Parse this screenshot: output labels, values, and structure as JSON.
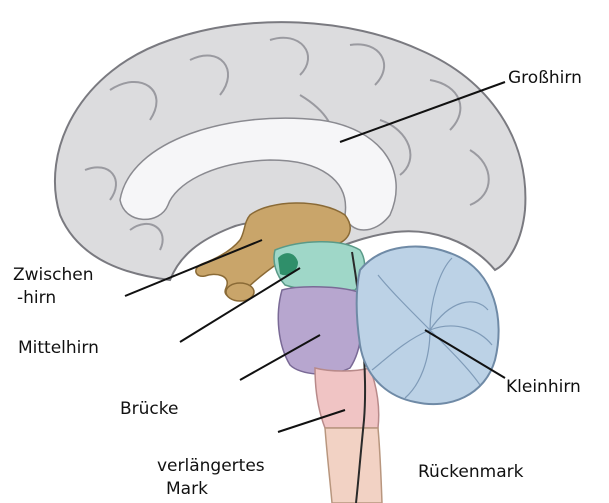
{
  "labels": {
    "grosshirn": "Großhirn",
    "zwischenhirn_1": "Zwischen",
    "zwischenhirn_2": "-hirn",
    "mittelhirn": "Mittelhirn",
    "bruecke": "Brücke",
    "verlaengertes_1": "verlängertes",
    "verlaengertes_2": "Mark",
    "kleinhirn": "Kleinhirn",
    "rueckenmark": "Rückenmark"
  },
  "colors": {
    "cerebrum": "#dcdcde",
    "cerebrum_outline": "#7a7a80",
    "corpus_callosum": "#f6f6f8",
    "diencephalon": "#c9a56a",
    "midbrain": "#9fd7c8",
    "midbrain_dark": "#2f8f6a",
    "pons": "#b7a6cf",
    "medulla": "#f0c4c4",
    "spinal_cord": "#f2d2c4",
    "cerebellum": "#bcd2e6",
    "cerebellum_outline": "#6f8aa6"
  }
}
